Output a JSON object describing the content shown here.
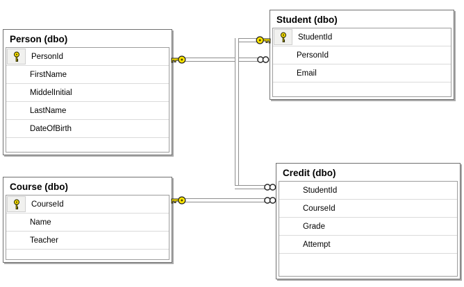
{
  "diagram": {
    "kind": "database-diagram",
    "colors": {
      "background": "#ffffff",
      "window_border": "#6f6f6f",
      "window_shadow": "#ababab",
      "grid_border": "#9c9c9c",
      "row_separator": "#dadada",
      "relationship_line": "#8d8d8d",
      "key_fill": "#ffe600",
      "key_outline": "#1f1f1f",
      "text": "#000000"
    },
    "tables": [
      {
        "title": "Person (dbo)",
        "columns": [
          {
            "name": "PersonId",
            "primary_key": true
          },
          {
            "name": "FirstName",
            "primary_key": false
          },
          {
            "name": "MiddelInitial",
            "primary_key": false
          },
          {
            "name": "LastName",
            "primary_key": false
          },
          {
            "name": "DateOfBirth",
            "primary_key": false
          }
        ]
      },
      {
        "title": "Student (dbo)",
        "columns": [
          {
            "name": "StudentId",
            "primary_key": true
          },
          {
            "name": "PersonId",
            "primary_key": false
          },
          {
            "name": "Email",
            "primary_key": false
          }
        ]
      },
      {
        "title": "Course (dbo)",
        "columns": [
          {
            "name": "CourseId",
            "primary_key": true
          },
          {
            "name": "Name",
            "primary_key": false
          },
          {
            "name": "Teacher",
            "primary_key": false
          }
        ]
      },
      {
        "title": "Credit (dbo)",
        "columns": [
          {
            "name": "StudentId",
            "primary_key": false
          },
          {
            "name": "CourseId",
            "primary_key": false
          },
          {
            "name": "Grade",
            "primary_key": false
          },
          {
            "name": "Attempt",
            "primary_key": false
          }
        ]
      }
    ],
    "relationships": [
      {
        "label": "Person (one, key) — Student (many, infinity)",
        "one_side_table": "Person (dbo)",
        "many_side_table": "Student (dbo)",
        "one_end_icon": "key-icon",
        "many_end_icon": "infinity-icon"
      },
      {
        "label": "Student (one, key) — Credit (many, infinity)",
        "one_side_table": "Student (dbo)",
        "many_side_table": "Credit (dbo)",
        "one_end_icon": "key-icon",
        "many_end_icon": "infinity-icon"
      },
      {
        "label": "Course (one, key) — Credit (many, infinity)",
        "one_side_table": "Course (dbo)",
        "many_side_table": "Credit (dbo)",
        "one_end_icon": "key-icon",
        "many_end_icon": "infinity-icon"
      }
    ]
  }
}
